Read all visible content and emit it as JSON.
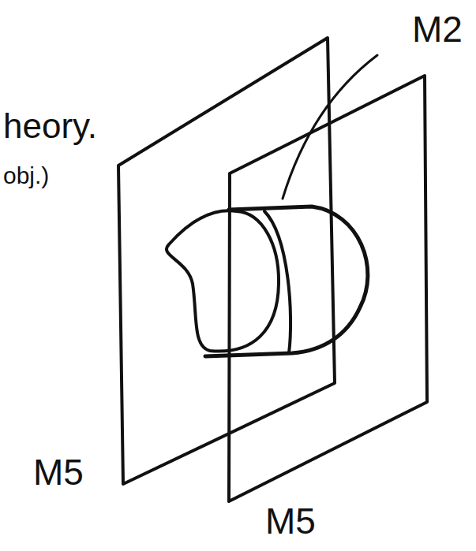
{
  "diagram": {
    "labels": [
      "heory.",
      "obj.)",
      "M2",
      "M5",
      "M5"
    ]
  }
}
